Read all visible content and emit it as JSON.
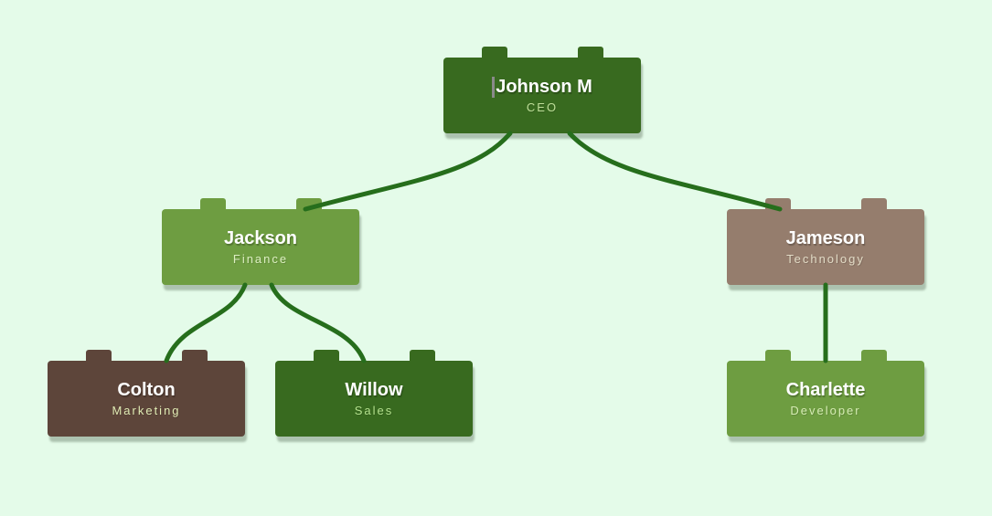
{
  "canvas": {
    "background_color": "#e4fbe9",
    "connector_color": "#266e1c"
  },
  "nodes": [
    {
      "id": "johnson",
      "name": "Johnson M",
      "role": "CEO",
      "color": "#386a1f",
      "subtitle_color": "#bfdf99",
      "text_cursor_visible": true
    },
    {
      "id": "jackson",
      "name": "Jackson",
      "role": "Finance",
      "color": "#6e9d41",
      "subtitle_color": "#ddefc2",
      "text_cursor_visible": false
    },
    {
      "id": "jameson",
      "name": "Jameson",
      "role": "Technology",
      "color": "#957d6d",
      "subtitle_color": "#e2dbc6",
      "text_cursor_visible": false
    },
    {
      "id": "colton",
      "name": "Colton",
      "role": "Marketing",
      "color": "#5d453a",
      "subtitle_color": "#e0ebb4",
      "text_cursor_visible": false
    },
    {
      "id": "willow",
      "name": "Willow",
      "role": "Sales",
      "color": "#386a1f",
      "subtitle_color": "#b3e08d",
      "text_cursor_visible": false
    },
    {
      "id": "charlette",
      "name": "Charlette",
      "role": "Developer",
      "color": "#6e9d41",
      "subtitle_color": "#d6ecb4",
      "text_cursor_visible": false
    }
  ],
  "edges": [
    {
      "from": "Johnson M",
      "to": "Jackson"
    },
    {
      "from": "Johnson M",
      "to": "Jameson"
    },
    {
      "from": "Jackson",
      "to": "Colton"
    },
    {
      "from": "Jackson",
      "to": "Willow"
    },
    {
      "from": "Jameson",
      "to": "Charlette"
    }
  ]
}
